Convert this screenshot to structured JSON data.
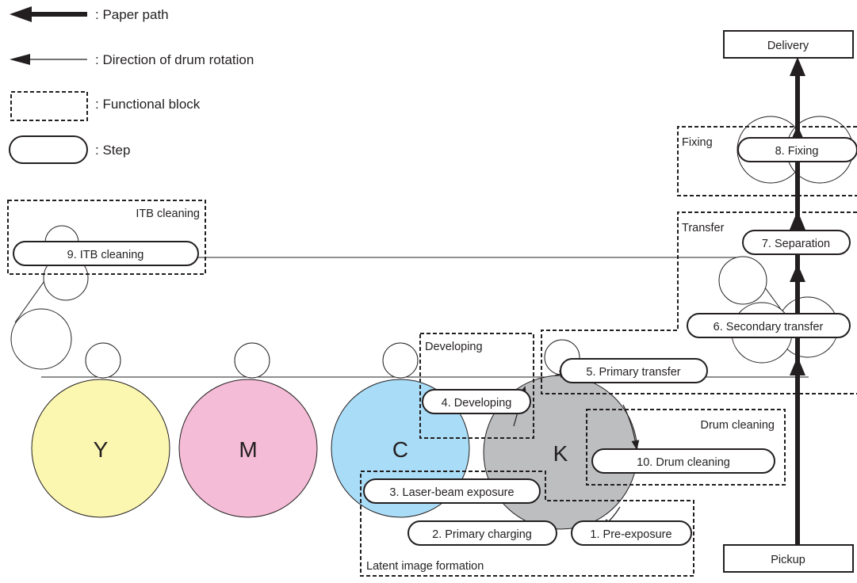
{
  "legend": {
    "paper_path": ": Paper path",
    "drum_rotation": ": Direction of drum rotation",
    "functional_block": ": Functional block",
    "step": ": Step"
  },
  "drums": {
    "y": {
      "label": "Y",
      "color": "#fbf6b0"
    },
    "m": {
      "label": "M",
      "color": "#f4bcd6"
    },
    "c": {
      "label": "C",
      "color": "#a9dcf7"
    },
    "k": {
      "label": "K",
      "color": "#bcbec0"
    }
  },
  "blocks": {
    "itb_cleaning": "ITB cleaning",
    "fixing": "Fixing",
    "transfer": "Transfer",
    "developing": "Developing",
    "drum_cleaning": "Drum cleaning",
    "latent_image": "Latent image formation"
  },
  "steps": {
    "pre_exposure": "1. Pre-exposure",
    "primary_charging": "2. Primary charging",
    "laser_exposure": "3. Laser-beam exposure",
    "developing": "4. Developing",
    "primary_transfer": "5. Primary transfer",
    "secondary_transfer": "6. Secondary transfer",
    "separation": "7. Separation",
    "fixing": "8. Fixing",
    "itb_cleaning": "9. ITB cleaning",
    "drum_cleaning": "10. Drum cleaning"
  },
  "boxes": {
    "delivery": "Delivery",
    "pickup": "Pickup"
  },
  "colors": {
    "line": "#231f20"
  }
}
